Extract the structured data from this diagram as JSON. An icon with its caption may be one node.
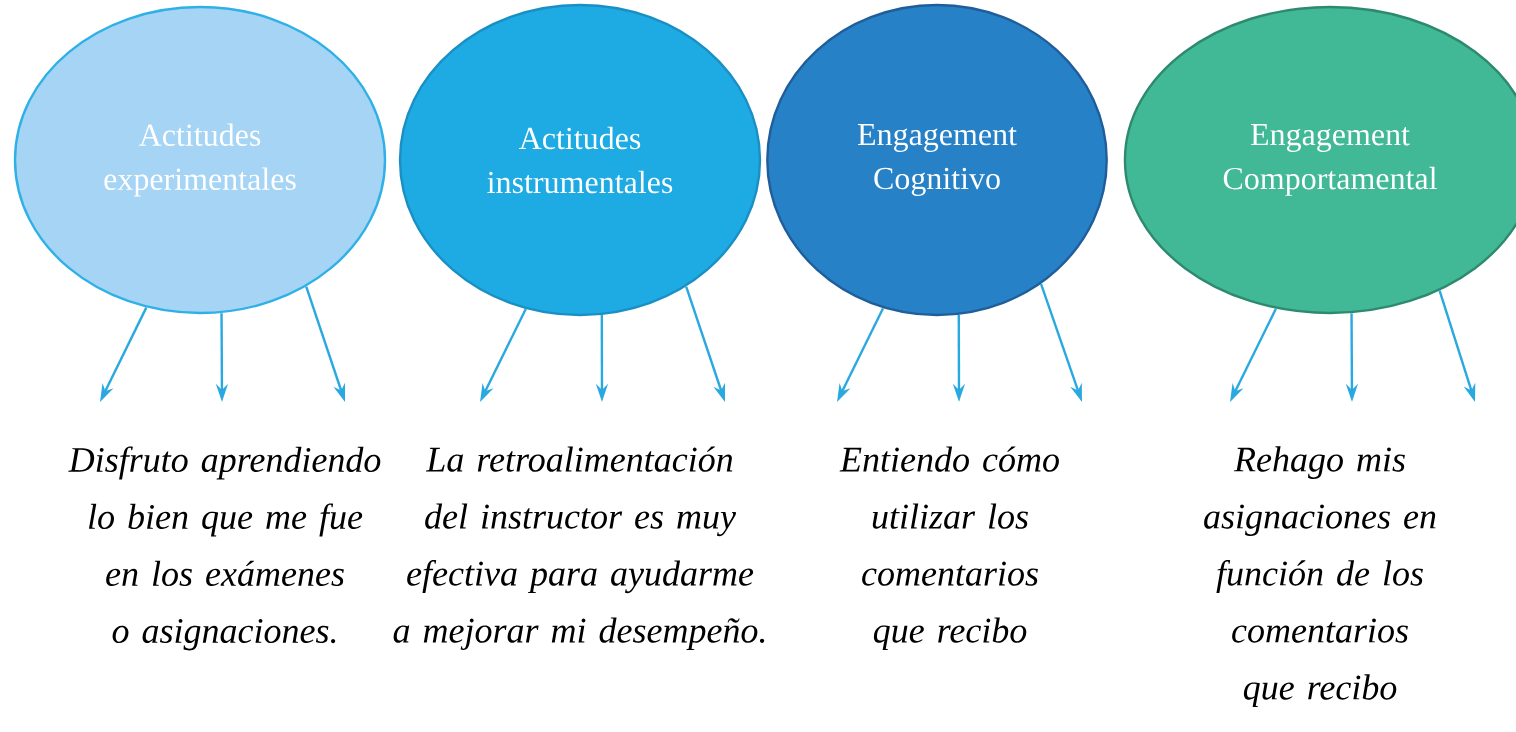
{
  "diagram": {
    "nodes": [
      {
        "text": [
          "Actitudes experimentales"
        ]
      },
      {
        "text": [
          "Actitudes instrumentales"
        ]
      },
      {
        "text": [
          "Engagement Cognitivo"
        ]
      },
      {
        "text": [
          "Engagement Comportamental"
        ]
      }
    ],
    "edges": [
      {
        "from": 0,
        "to": null,
        "arrow": "to"
      },
      {
        "from": 0,
        "to": null,
        "arrow": "to"
      },
      {
        "from": 0,
        "to": null,
        "arrow": "to"
      },
      {
        "from": 1,
        "to": null,
        "arrow": "to"
      },
      {
        "from": 1,
        "to": null,
        "arrow": "to"
      },
      {
        "from": 1,
        "to": null,
        "arrow": "to"
      },
      {
        "from": 2,
        "to": null,
        "arrow": "to"
      },
      {
        "from": 2,
        "to": null,
        "arrow": "to"
      },
      {
        "from": 2,
        "to": null,
        "arrow": "to"
      },
      {
        "from": 3,
        "to": null,
        "arrow": "to"
      },
      {
        "from": 3,
        "to": null,
        "arrow": "to"
      },
      {
        "from": 3,
        "to": null,
        "arrow": "to"
      }
    ],
    "labels": [
      "Disfruto aprendiendo lo bien que me fue en los exámenes o asignaciones.",
      "La retroalimentación del instructor es muy efectiva para ayudarme a mejorar mi desempeño.",
      "Entiendo cómo utilizar los comentarios que recibo",
      "Rehago mis asignaciones en función de los comentarios que recibo"
    ]
  }
}
